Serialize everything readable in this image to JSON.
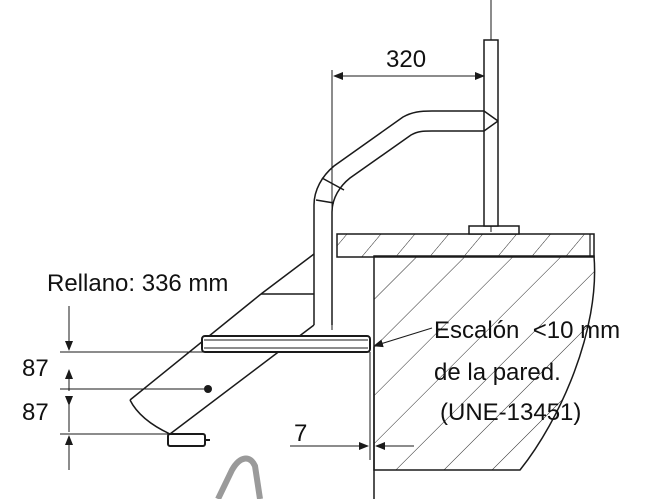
{
  "dimensions": {
    "handrail_offset": "320",
    "riser_upper": "87",
    "riser_lower": "87",
    "wall_gap": "7"
  },
  "labels": {
    "landing": "Rellano: 336 mm",
    "step_note_line1": "Escalón  <10 mm",
    "step_note_line2": "de la pared.",
    "step_note_line3": "(UNE-13451)"
  },
  "colors": {
    "line": "#1a1a1a",
    "hatch": "#2a2a2a",
    "ghost": "#9a9a9a"
  }
}
